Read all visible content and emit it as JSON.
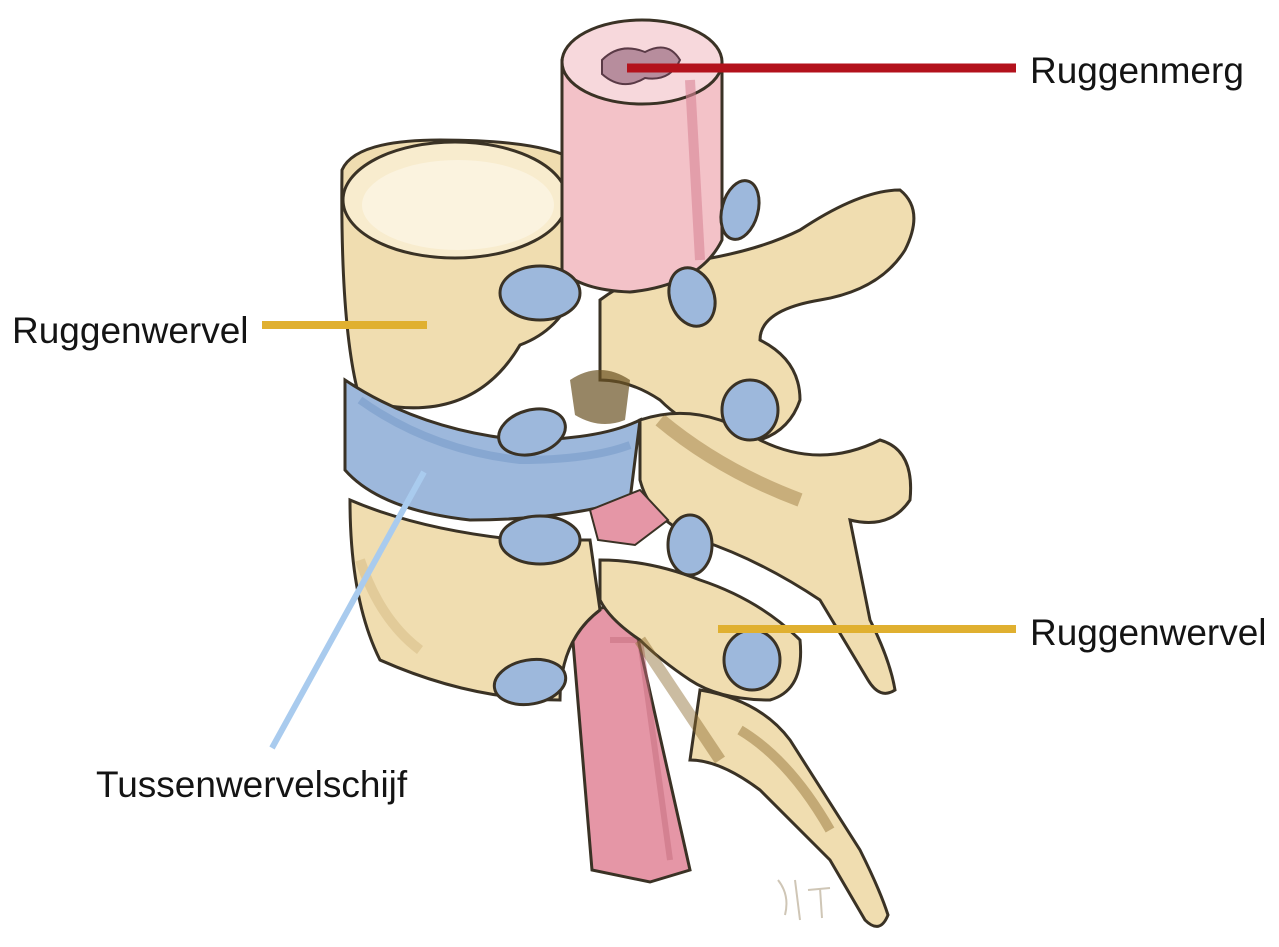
{
  "labels": {
    "spinal_cord": "Ruggenmerg",
    "vertebra_top": "Ruggenwervel",
    "vertebra_bottom": "Ruggenwervel",
    "disc": "Tussenwervelschijf"
  },
  "colors": {
    "bone": "#f0ddb0",
    "bone_shadow": "#8c6a2e",
    "outline": "#3a3225",
    "disc": "#9db8dc",
    "cord": "#f3c2c8",
    "cord_dark": "#d98596",
    "line_cord": "#b3121c",
    "line_vertebra": "#e0b030",
    "line_disc": "#a9cbee"
  }
}
